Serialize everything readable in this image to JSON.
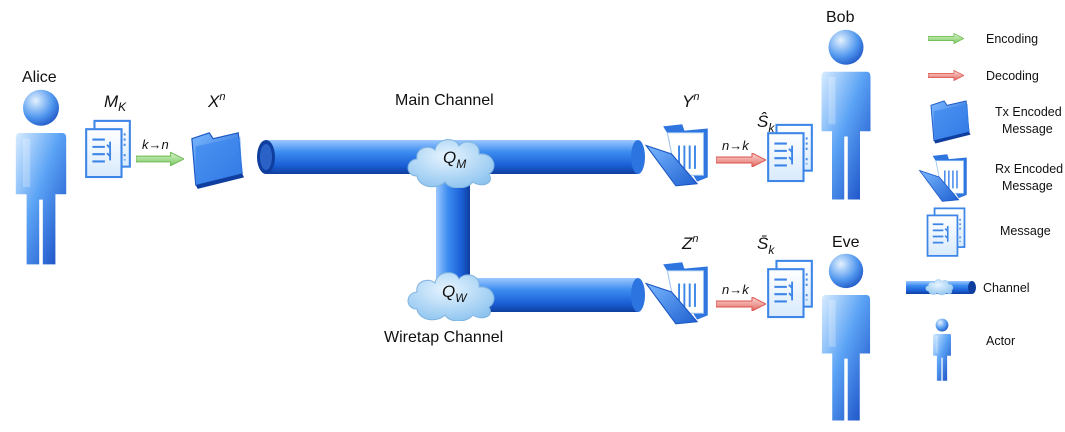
{
  "actors": {
    "alice": "Alice",
    "bob": "Bob",
    "eve": "Eve"
  },
  "symbols": {
    "message_in": {
      "base": "M",
      "sub": "K"
    },
    "x": {
      "base": "X",
      "sup": "n"
    },
    "y": {
      "base": "Y",
      "sup": "n"
    },
    "z": {
      "base": "Z",
      "sup": "n"
    },
    "s_hat": {
      "base": "Ŝ",
      "sub": "k"
    },
    "s_bar": {
      "base": "S̄",
      "sub": "k"
    },
    "q_m": {
      "base": "Q",
      "sub": "M"
    },
    "q_w": {
      "base": "Q",
      "sub": "W"
    }
  },
  "arrows": {
    "encode": "k→n",
    "decode_bob": "n→k",
    "decode_eve": "n→k"
  },
  "channels": {
    "main": "Main Channel",
    "wiretap": "Wiretap Channel"
  },
  "legend": {
    "encoding": "Encoding",
    "decoding": "Decoding",
    "tx_line1": "Tx Encoded",
    "tx_line2": "Message",
    "rx_line1": "Rx Encoded",
    "rx_line2": "Message",
    "message": "Message",
    "channel": "Channel",
    "actor": "Actor"
  },
  "colors": {
    "pipe": "#2f7be0",
    "pipe_dark": "#1346b0",
    "cloud": "#a9d4f5",
    "encode_arrow": "#8fd07a",
    "decode_arrow": "#e2706a",
    "actor": "#2b6fe0"
  }
}
